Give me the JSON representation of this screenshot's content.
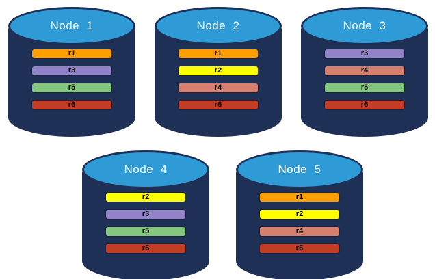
{
  "diagram": {
    "description_colors": {
      "cylinder_body": "#1E3056",
      "cylinder_top": "#2E9BD6",
      "bar_border": "#17233F",
      "title_text": "#FFFFFF",
      "bar_text": "#000000",
      "background": "#FFFFFF"
    }
  },
  "nodes": [
    {
      "title": "Node  1",
      "bars": [
        {
          "label": "r1",
          "color": "#FF9E00"
        },
        {
          "label": "r3",
          "color": "#9283C8"
        },
        {
          "label": "r5",
          "color": "#85C67E"
        },
        {
          "label": "r6",
          "color": "#C33D24"
        }
      ]
    },
    {
      "title": "Node  2",
      "bars": [
        {
          "label": "r1",
          "color": "#FF9E00"
        },
        {
          "label": "r2",
          "color": "#FFFF00"
        },
        {
          "label": "r4",
          "color": "#D5806F"
        },
        {
          "label": "r6",
          "color": "#C33D24"
        }
      ]
    },
    {
      "title": "Node  3",
      "bars": [
        {
          "label": "r3",
          "color": "#9283C8"
        },
        {
          "label": "r4",
          "color": "#D5806F"
        },
        {
          "label": "r5",
          "color": "#85C67E"
        },
        {
          "label": "r6",
          "color": "#C33D24"
        }
      ]
    },
    {
      "title": "Node  4",
      "bars": [
        {
          "label": "r2",
          "color": "#FFFF00"
        },
        {
          "label": "r3",
          "color": "#9283C8"
        },
        {
          "label": "r5",
          "color": "#85C67E"
        },
        {
          "label": "r6",
          "color": "#C33D24"
        }
      ]
    },
    {
      "title": "Node  5",
      "bars": [
        {
          "label": "r1",
          "color": "#FF9E00"
        },
        {
          "label": "r2",
          "color": "#FFFF00"
        },
        {
          "label": "r4",
          "color": "#D5806F"
        },
        {
          "label": "r6",
          "color": "#C33D24"
        }
      ]
    }
  ]
}
